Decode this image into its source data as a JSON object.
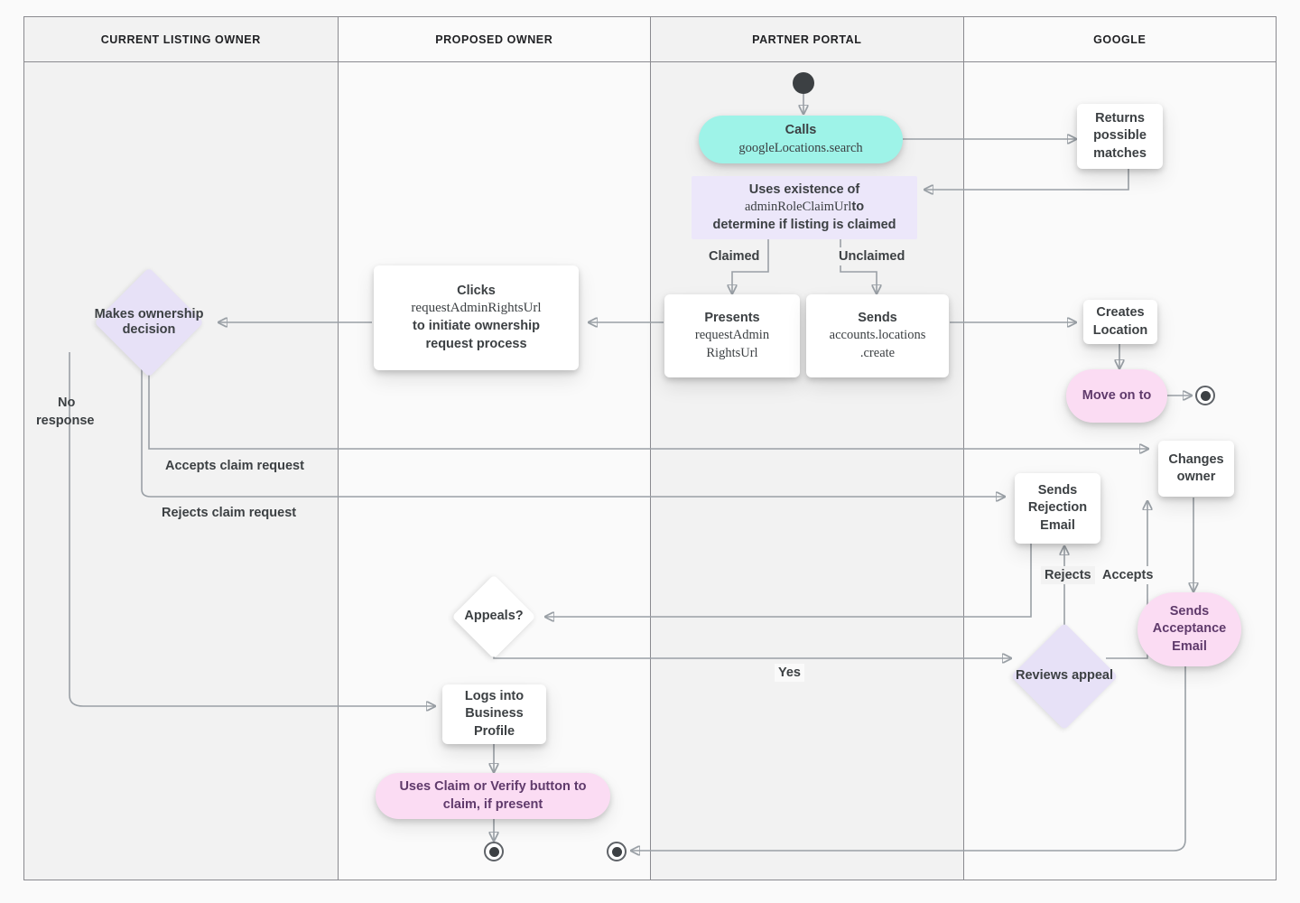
{
  "diagram": {
    "title": "Google Business Profile listing ownership transfer flow",
    "type": "swimlane-flowchart"
  },
  "lanes": [
    {
      "id": "current-listing-owner",
      "label": "CURRENT LISTING OWNER"
    },
    {
      "id": "proposed-owner",
      "label": "PROPOSED OWNER"
    },
    {
      "id": "partner-portal",
      "label": "PARTNER PORTAL"
    },
    {
      "id": "google",
      "label": "GOOGLE"
    }
  ],
  "nodes": {
    "start": {
      "label": ""
    },
    "calls_search": {
      "line1": "Calls",
      "line2": "googleLocations.search"
    },
    "returns_matches": {
      "label": "Returns possible matches"
    },
    "uses_existence": {
      "line1": "Uses existence of",
      "code": "adminRoleClaimUrl",
      "line2": "to",
      "line3": "determine if listing is claimed"
    },
    "presents_url": {
      "line1": "Presents",
      "code1": "requestAdmin",
      "code2": "RightsUrl"
    },
    "sends_create": {
      "line1": "Sends",
      "code1": "accounts.locations",
      "code2": ".create"
    },
    "creates_location": {
      "label": "Creates Location"
    },
    "move_on_to": {
      "label": "Move on to"
    },
    "clicks_url": {
      "line1": "Clicks",
      "code": "requestAdminRightsUrl",
      "line2": "to initiate ownership",
      "line3": "request process"
    },
    "makes_decision": {
      "label": "Makes ownership decision"
    },
    "changes_owner": {
      "label": "Changes owner"
    },
    "sends_rejection": {
      "label": "Sends Rejection Email"
    },
    "sends_acceptance": {
      "label": "Sends Acceptance Email"
    },
    "reviews_appeal": {
      "label": "Reviews appeal"
    },
    "appeals": {
      "label": "Appeals?"
    },
    "logs_into_bp": {
      "label": "Logs into Business Profile"
    },
    "uses_claim_verify": {
      "line1": "Uses Claim or Verify button to",
      "line2": "claim, if present"
    },
    "end_google": {
      "label": ""
    },
    "end_proposed": {
      "label": ""
    },
    "end_partner": {
      "label": ""
    }
  },
  "edge_labels": {
    "claimed": "Claimed",
    "unclaimed": "Unclaimed",
    "no_response_1": "No",
    "no_response_2": "response",
    "accepts_claim": "Accepts claim request",
    "rejects_claim": "Rejects claim request",
    "rejects": "Rejects",
    "accepts": "Accepts",
    "yes": "Yes"
  },
  "colors": {
    "lane_dark": "#f2f2f2",
    "lane_light": "#fafafa",
    "lane_border": "#8a8a8f",
    "edge": "#9aa0a6",
    "text": "#3c4043",
    "node_white": "#ffffff",
    "accent_cyan": "#9ef3e8",
    "accent_pink": "#fbdcf3",
    "accent_lavender_flat": "#ece7fa",
    "accent_lavender_diamond": "#e7e1f7",
    "marker_dark": "#3c4043"
  }
}
